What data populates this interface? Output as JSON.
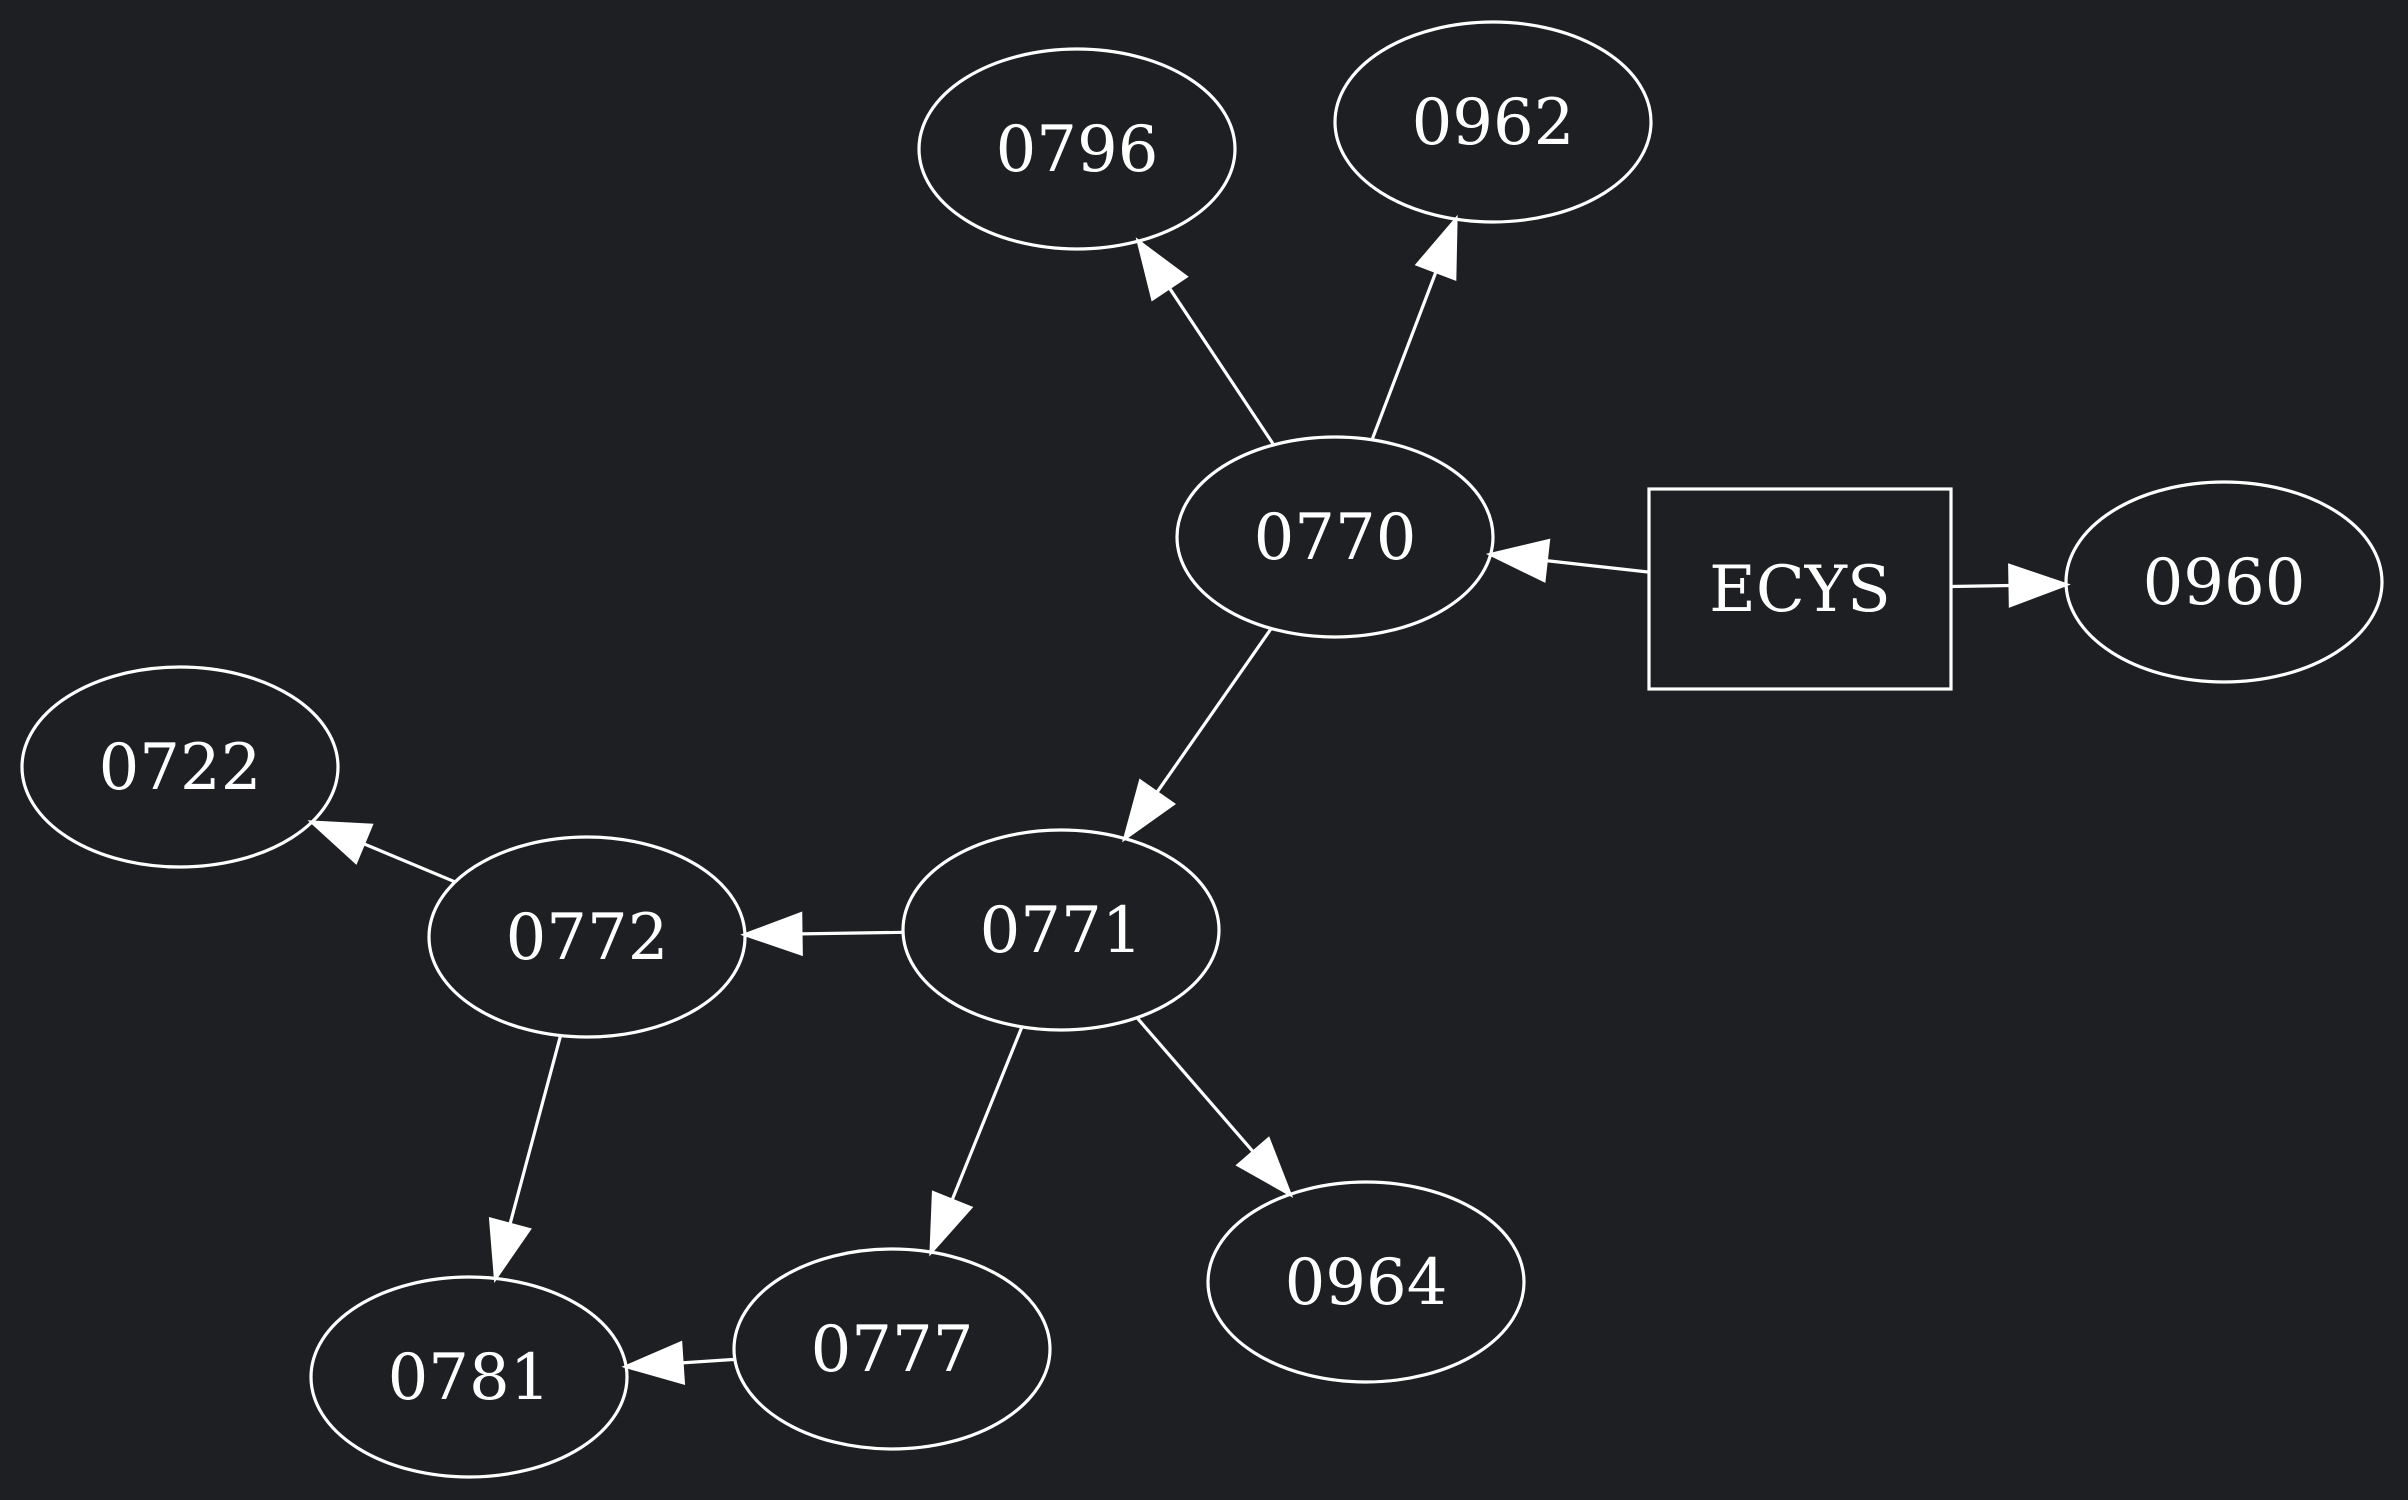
{
  "diagram": {
    "background": "#1e1f23",
    "stroke_color": "#ffffff",
    "text_color": "#ffffff",
    "nodes": [
      {
        "id": "n0796",
        "label": "0796",
        "shape": "ellipse"
      },
      {
        "id": "n0962",
        "label": "0962",
        "shape": "ellipse"
      },
      {
        "id": "n0770",
        "label": "0770",
        "shape": "ellipse"
      },
      {
        "id": "necys",
        "label": "ECYS",
        "shape": "box"
      },
      {
        "id": "n0960",
        "label": "0960",
        "shape": "ellipse"
      },
      {
        "id": "n0722",
        "label": "0722",
        "shape": "ellipse"
      },
      {
        "id": "n0772",
        "label": "0772",
        "shape": "ellipse"
      },
      {
        "id": "n0771",
        "label": "0771",
        "shape": "ellipse"
      },
      {
        "id": "n0964",
        "label": "0964",
        "shape": "ellipse"
      },
      {
        "id": "n0781",
        "label": "0781",
        "shape": "ellipse"
      },
      {
        "id": "n0777",
        "label": "0777",
        "shape": "ellipse"
      }
    ],
    "edges": [
      {
        "from": "necys",
        "to": "n0770"
      },
      {
        "from": "necys",
        "to": "n0960"
      },
      {
        "from": "n0770",
        "to": "n0796"
      },
      {
        "from": "n0770",
        "to": "n0962"
      },
      {
        "from": "n0770",
        "to": "n0771"
      },
      {
        "from": "n0771",
        "to": "n0772"
      },
      {
        "from": "n0771",
        "to": "n0777"
      },
      {
        "from": "n0771",
        "to": "n0964"
      },
      {
        "from": "n0772",
        "to": "n0722"
      },
      {
        "from": "n0772",
        "to": "n0781"
      },
      {
        "from": "n0777",
        "to": "n0781"
      }
    ]
  }
}
